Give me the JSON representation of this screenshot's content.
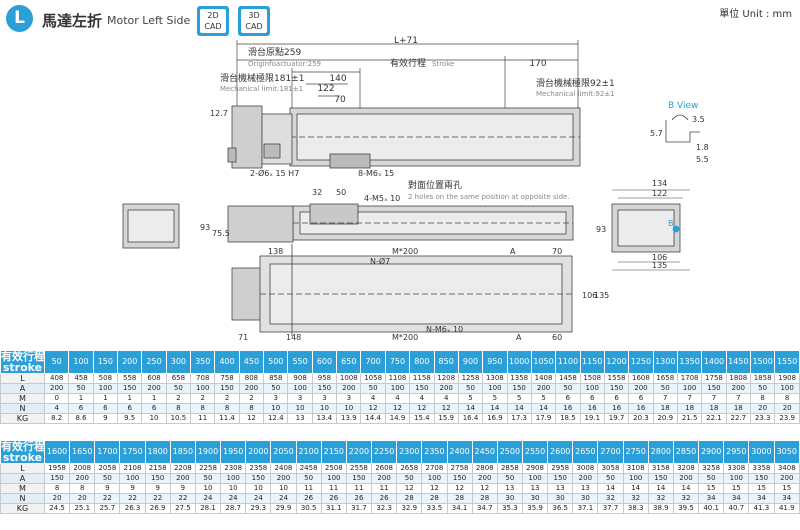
{
  "header": {
    "badge": "L",
    "title_zh": "馬達左折",
    "title_en": "Motor Left Side",
    "unit": "單位 Unit : mm",
    "cad_buttons": [
      {
        "l1": "2D",
        "l2": "CAD"
      },
      {
        "l1": "3D",
        "l2": "CAD"
      }
    ]
  },
  "drawing": {
    "colors": {
      "line": "#444444",
      "accent": "#2a9fd8",
      "body": "#d7d7d7"
    },
    "labels": {
      "L71": "L+71",
      "origin_zh": "滑台原點259",
      "origin_en": "Originfoactuator:259",
      "stroke_zh": "有效行程",
      "stroke_en": "Stroke",
      "d170": "170",
      "mech_left_zh": "滑台機械極限181±1",
      "mech_left_en": "Mechanical limit:181±1",
      "mech_right_zh": "滑台機械極限92±1",
      "mech_right_en": "Mechanical limit:92±1",
      "d140": "140",
      "d122": "122",
      "d70": "70",
      "d12_7": "12.7",
      "hole_2": "2-Ø6ₓ 15 H7",
      "m6_8": "8-M6ₓ 15",
      "opp_zh": "對面位置兩孔",
      "opp_en": "2 holes on the same position at opposite side.",
      "d32": "32",
      "d50": "50",
      "m5_4": "4-M5ₓ 10",
      "d93": "93",
      "d75_5": "75.5",
      "d138": "138",
      "m200a": "M*200",
      "nphi7": "N-Ø7",
      "A1": "A",
      "d70b": "70",
      "d106": "106",
      "d135": "135",
      "d71": "71",
      "d148": "148",
      "m200b": "M*200",
      "nm6": "N-M6ₓ 10",
      "A2": "A",
      "d60": "60",
      "bview": "B View",
      "d3_5": "3.5",
      "d5_7": "5.7",
      "d1_8": "1.8",
      "d5_5": "5.5",
      "d134": "134",
      "d122b": "122",
      "d93b": "93",
      "B": "B",
      "d106b": "106",
      "d135b": "135"
    }
  },
  "table1": {
    "head_zh": "有效行程",
    "head_en": "stroke",
    "strokes": [
      "50",
      "100",
      "150",
      "200",
      "250",
      "300",
      "350",
      "400",
      "450",
      "500",
      "550",
      "600",
      "650",
      "700",
      "750",
      "800",
      "850",
      "900",
      "950",
      "1000",
      "1050",
      "1100",
      "1150",
      "1200",
      "1250",
      "1300",
      "1350",
      "1400",
      "1450",
      "1500",
      "1550"
    ],
    "rows": [
      {
        "label": "L",
        "values": [
          "408",
          "458",
          "508",
          "558",
          "608",
          "658",
          "708",
          "758",
          "808",
          "858",
          "908",
          "958",
          "1008",
          "1058",
          "1108",
          "1158",
          "1208",
          "1258",
          "1308",
          "1358",
          "1408",
          "1458",
          "1508",
          "1558",
          "1608",
          "1658",
          "1708",
          "1758",
          "1808",
          "1858",
          "1908"
        ]
      },
      {
        "label": "A",
        "values": [
          "200",
          "50",
          "100",
          "150",
          "200",
          "50",
          "100",
          "150",
          "200",
          "50",
          "100",
          "150",
          "200",
          "50",
          "100",
          "150",
          "200",
          "50",
          "100",
          "150",
          "200",
          "50",
          "100",
          "150",
          "200",
          "50",
          "100",
          "150",
          "200",
          "50",
          "100"
        ]
      },
      {
        "label": "M",
        "values": [
          "0",
          "1",
          "1",
          "1",
          "1",
          "2",
          "2",
          "2",
          "2",
          "3",
          "3",
          "3",
          "3",
          "4",
          "4",
          "4",
          "4",
          "5",
          "5",
          "5",
          "5",
          "6",
          "6",
          "6",
          "6",
          "7",
          "7",
          "7",
          "7",
          "8",
          "8"
        ]
      },
      {
        "label": "N",
        "values": [
          "4",
          "6",
          "6",
          "6",
          "6",
          "8",
          "8",
          "8",
          "8",
          "10",
          "10",
          "10",
          "10",
          "12",
          "12",
          "12",
          "12",
          "14",
          "14",
          "14",
          "14",
          "16",
          "16",
          "16",
          "16",
          "18",
          "18",
          "18",
          "18",
          "20",
          "20"
        ]
      },
      {
        "label": "KG",
        "values": [
          "8.2",
          "8.6",
          "9",
          "9.5",
          "10",
          "10.5",
          "11",
          "11.4",
          "12",
          "12.4",
          "13",
          "13.4",
          "13.9",
          "14.4",
          "14.9",
          "15.4",
          "15.9",
          "16.4",
          "16.9",
          "17.3",
          "17.9",
          "18.5",
          "19.1",
          "19.7",
          "20.3",
          "20.9",
          "21.5",
          "22.1",
          "22.7",
          "23.3",
          "23.9"
        ]
      }
    ]
  },
  "table2": {
    "head_zh": "有效行程",
    "head_en": "stroke",
    "strokes": [
      "1600",
      "1650",
      "1700",
      "1750",
      "1800",
      "1850",
      "1900",
      "1950",
      "2000",
      "2050",
      "2100",
      "2150",
      "2200",
      "2250",
      "2300",
      "2350",
      "2400",
      "2450",
      "2500",
      "2550",
      "2600",
      "2650",
      "2700",
      "2750",
      "2800",
      "2850",
      "2900",
      "2950",
      "3000",
      "3050"
    ],
    "rows": [
      {
        "label": "L",
        "values": [
          "1958",
          "2008",
          "2058",
          "2108",
          "2158",
          "2208",
          "2258",
          "2308",
          "2358",
          "2408",
          "2458",
          "2508",
          "2558",
          "2608",
          "2658",
          "2708",
          "2758",
          "2808",
          "2858",
          "2908",
          "2958",
          "3008",
          "3058",
          "3108",
          "3158",
          "3208",
          "3258",
          "3308",
          "3358",
          "3408"
        ]
      },
      {
        "label": "A",
        "values": [
          "150",
          "200",
          "50",
          "100",
          "150",
          "200",
          "50",
          "100",
          "150",
          "200",
          "50",
          "100",
          "150",
          "200",
          "50",
          "100",
          "150",
          "200",
          "50",
          "100",
          "150",
          "200",
          "50",
          "100",
          "150",
          "200",
          "50",
          "100",
          "150",
          "200"
        ]
      },
      {
        "label": "M",
        "values": [
          "8",
          "8",
          "9",
          "9",
          "9",
          "9",
          "10",
          "10",
          "10",
          "10",
          "11",
          "11",
          "11",
          "11",
          "12",
          "12",
          "12",
          "12",
          "13",
          "13",
          "13",
          "13",
          "14",
          "14",
          "14",
          "14",
          "15",
          "15",
          "15",
          "15"
        ]
      },
      {
        "label": "N",
        "values": [
          "20",
          "20",
          "22",
          "22",
          "22",
          "22",
          "24",
          "24",
          "24",
          "24",
          "26",
          "26",
          "26",
          "26",
          "28",
          "28",
          "28",
          "28",
          "30",
          "30",
          "30",
          "30",
          "32",
          "32",
          "32",
          "32",
          "34",
          "34",
          "34",
          "34"
        ]
      },
      {
        "label": "KG",
        "values": [
          "24.5",
          "25.1",
          "25.7",
          "26.3",
          "26.9",
          "27.5",
          "28.1",
          "28.7",
          "29.3",
          "29.9",
          "30.5",
          "31.1",
          "31.7",
          "32.3",
          "32.9",
          "33.5",
          "34.1",
          "34.7",
          "35.3",
          "35.9",
          "36.5",
          "37.1",
          "37.7",
          "38.3",
          "38.9",
          "39.5",
          "40.1",
          "40.7",
          "41.3",
          "41.9"
        ]
      }
    ]
  }
}
